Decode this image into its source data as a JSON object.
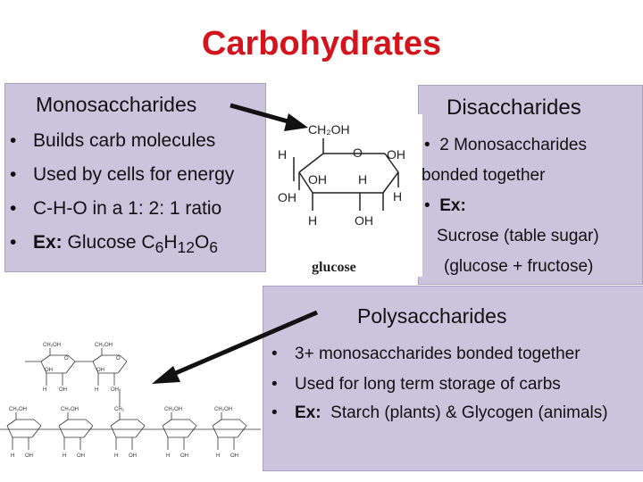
{
  "title": "Carbohydrates",
  "mono": {
    "heading": "Monosaccharides",
    "bullets": [
      "Builds carb molecules",
      "Used by cells for energy",
      "C-H-O in a 1: 2: 1 ratio"
    ],
    "ex_label": "Ex:",
    "ex_text": "Glucose C",
    "sub1": "6",
    "h": "H",
    "sub2": "12",
    "o": "O",
    "sub3": "6"
  },
  "di": {
    "heading": "Disaccharides",
    "line1": "2 Monosaccharides",
    "line2": "bonded together",
    "ex_label": "Ex:",
    "line3": "Sucrose (table sugar)",
    "line4": "(glucose + fructose)"
  },
  "poly": {
    "heading": "Polysaccharides",
    "bullet1": "3+ monosaccharides bonded together",
    "bullet2": "Used for long term storage of carbs",
    "ex_label": "Ex:",
    "ex_text": "Starch (plants) & Glycogen (animals)"
  },
  "glucose": {
    "ch2oh": "CH₂OH",
    "h": "H",
    "o": "O",
    "oh": "OH",
    "label": "glucose"
  },
  "poly_chem": {
    "ch2oh": "CH₂OH",
    "ch2": "CH₂",
    "h": "H",
    "o": "O",
    "oh": "OH"
  },
  "colors": {
    "title": "#d4141c",
    "box": "#ccc3dd"
  }
}
